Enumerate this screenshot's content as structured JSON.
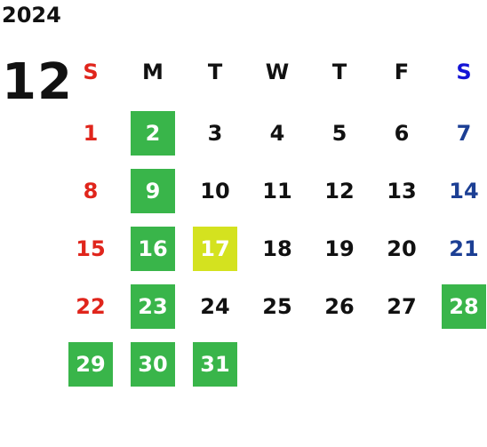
{
  "year": "2024",
  "month": "12",
  "colors": {
    "sunday": "#e0251c",
    "saturday_header": "#1414d6",
    "saturday_day": "#1c3f94",
    "weekday": "#111111",
    "holiday_bg": "#39b54a",
    "today_bg": "#d4e21f",
    "highlight_text": "#ffffff"
  },
  "weekdays": [
    "S",
    "M",
    "T",
    "W",
    "T",
    "F",
    "S"
  ],
  "weeks": [
    [
      {
        "label": "1",
        "mark": "none"
      },
      {
        "label": "2",
        "mark": "holiday"
      },
      {
        "label": "3",
        "mark": "none"
      },
      {
        "label": "4",
        "mark": "none"
      },
      {
        "label": "5",
        "mark": "none"
      },
      {
        "label": "6",
        "mark": "none"
      },
      {
        "label": "7",
        "mark": "none"
      }
    ],
    [
      {
        "label": "8",
        "mark": "none"
      },
      {
        "label": "9",
        "mark": "holiday"
      },
      {
        "label": "10",
        "mark": "none"
      },
      {
        "label": "11",
        "mark": "none"
      },
      {
        "label": "12",
        "mark": "none"
      },
      {
        "label": "13",
        "mark": "none"
      },
      {
        "label": "14",
        "mark": "none"
      }
    ],
    [
      {
        "label": "15",
        "mark": "none"
      },
      {
        "label": "16",
        "mark": "holiday"
      },
      {
        "label": "17",
        "mark": "today"
      },
      {
        "label": "18",
        "mark": "none"
      },
      {
        "label": "19",
        "mark": "none"
      },
      {
        "label": "20",
        "mark": "none"
      },
      {
        "label": "21",
        "mark": "none"
      }
    ],
    [
      {
        "label": "22",
        "mark": "none"
      },
      {
        "label": "23",
        "mark": "holiday"
      },
      {
        "label": "24",
        "mark": "none"
      },
      {
        "label": "25",
        "mark": "none"
      },
      {
        "label": "26",
        "mark": "none"
      },
      {
        "label": "27",
        "mark": "none"
      },
      {
        "label": "28",
        "mark": "holiday"
      }
    ],
    [
      {
        "label": "29",
        "mark": "holiday"
      },
      {
        "label": "30",
        "mark": "holiday"
      },
      {
        "label": "31",
        "mark": "holiday"
      }
    ]
  ]
}
